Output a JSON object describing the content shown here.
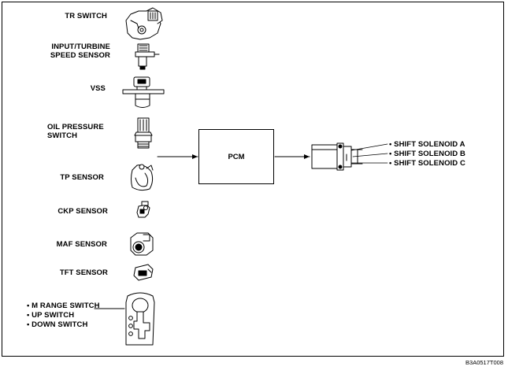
{
  "inputs": [
    {
      "id": "tr-switch",
      "label": "TR SWITCH"
    },
    {
      "id": "input-turbine-speed-sensor",
      "label_line1": "INPUT/TURBINE",
      "label_line2": "SPEED SENSOR"
    },
    {
      "id": "vss",
      "label": "VSS"
    },
    {
      "id": "oil-pressure-switch",
      "label_line1": "OIL PRESSURE",
      "label_line2": "SWITCH"
    },
    {
      "id": "tp-sensor",
      "label": "TP SENSOR"
    },
    {
      "id": "ckp-sensor",
      "label": "CKP SENSOR"
    },
    {
      "id": "maf-sensor",
      "label": "MAF SENSOR"
    },
    {
      "id": "tft-sensor",
      "label": "TFT SENSOR"
    },
    {
      "id": "m-range-switch-group",
      "items": [
        "• M RANGE SWITCH",
        "• UP SWITCH",
        "• DOWN SWITCH"
      ]
    }
  ],
  "controller": {
    "label": "PCM"
  },
  "outputs": {
    "items": [
      "• SHIFT SOLENOID A",
      "• SHIFT SOLENOID B",
      "• SHIFT SOLENOID C"
    ]
  },
  "figure_code": "B3A0517T008"
}
